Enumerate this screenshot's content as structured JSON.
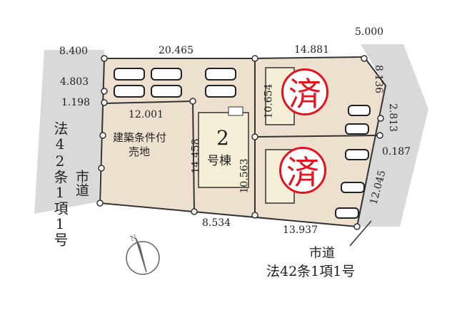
{
  "colors": {
    "road": "#d9d9d9",
    "lot_sold": "#ede0cf",
    "lot_main": "#e8dccb",
    "house": "#f6efd7",
    "stamp": "#e3141f",
    "line": "#333333"
  },
  "dimensions": {
    "top_left_road": "8.400",
    "top_parking": "20.465",
    "top_right": "14.881",
    "right_road_width": "5.000",
    "left_upper": "4.803",
    "left_small": "1.198",
    "lot1_top": "12.001",
    "lot1_right": "14.458",
    "lot2_right": "10.563",
    "lot3_left": "10.654",
    "right_upper": "8.136",
    "right_mid": "2.813",
    "right_small": "0.187",
    "right_lower": "12.045",
    "bottom_left": "8.534",
    "bottom_right": "13.937"
  },
  "lot1": {
    "line1": "建築条件付",
    "line2": "売地"
  },
  "house2": {
    "number": "2",
    "label": "号棟"
  },
  "stamps": {
    "upper": "済",
    "lower": "済"
  },
  "left_road": {
    "name": "市道",
    "law": "法42条1項1号"
  },
  "bottom_road": {
    "name": "市道",
    "law": "法42条1項1号"
  },
  "compass": {
    "north": "N"
  }
}
